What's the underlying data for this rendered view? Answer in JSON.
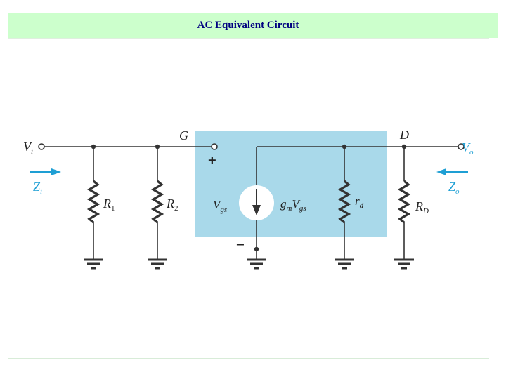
{
  "title": "AC Equivalent Circuit",
  "labels": {
    "vi_main": "V",
    "vi_sub": "i",
    "zi_main": "Z",
    "zi_sub": "i",
    "r1_main": "R",
    "r1_sub": "1",
    "r2_main": "R",
    "r2_sub": "2",
    "g": "G",
    "plus": "+",
    "minus": "−",
    "vgs_main": "V",
    "vgs_sub": "gs",
    "gm_main": "g",
    "gm_sub": "m",
    "gm_v": "V",
    "gm_vsub": "gs",
    "rd_main": "r",
    "rd_sub": "d",
    "d": "D",
    "RD_main": "R",
    "RD_sub": "D",
    "vo_main": "V",
    "vo_sub": "o",
    "zo_main": "Z",
    "zo_sub": "o"
  },
  "colors": {
    "title_bg": "#ccffcc",
    "title_text": "#000080",
    "fet_box": "#a9d9ea",
    "wire": "#333333",
    "arrow": "#1e9fd4",
    "impedance_label": "#1e9fd4"
  }
}
